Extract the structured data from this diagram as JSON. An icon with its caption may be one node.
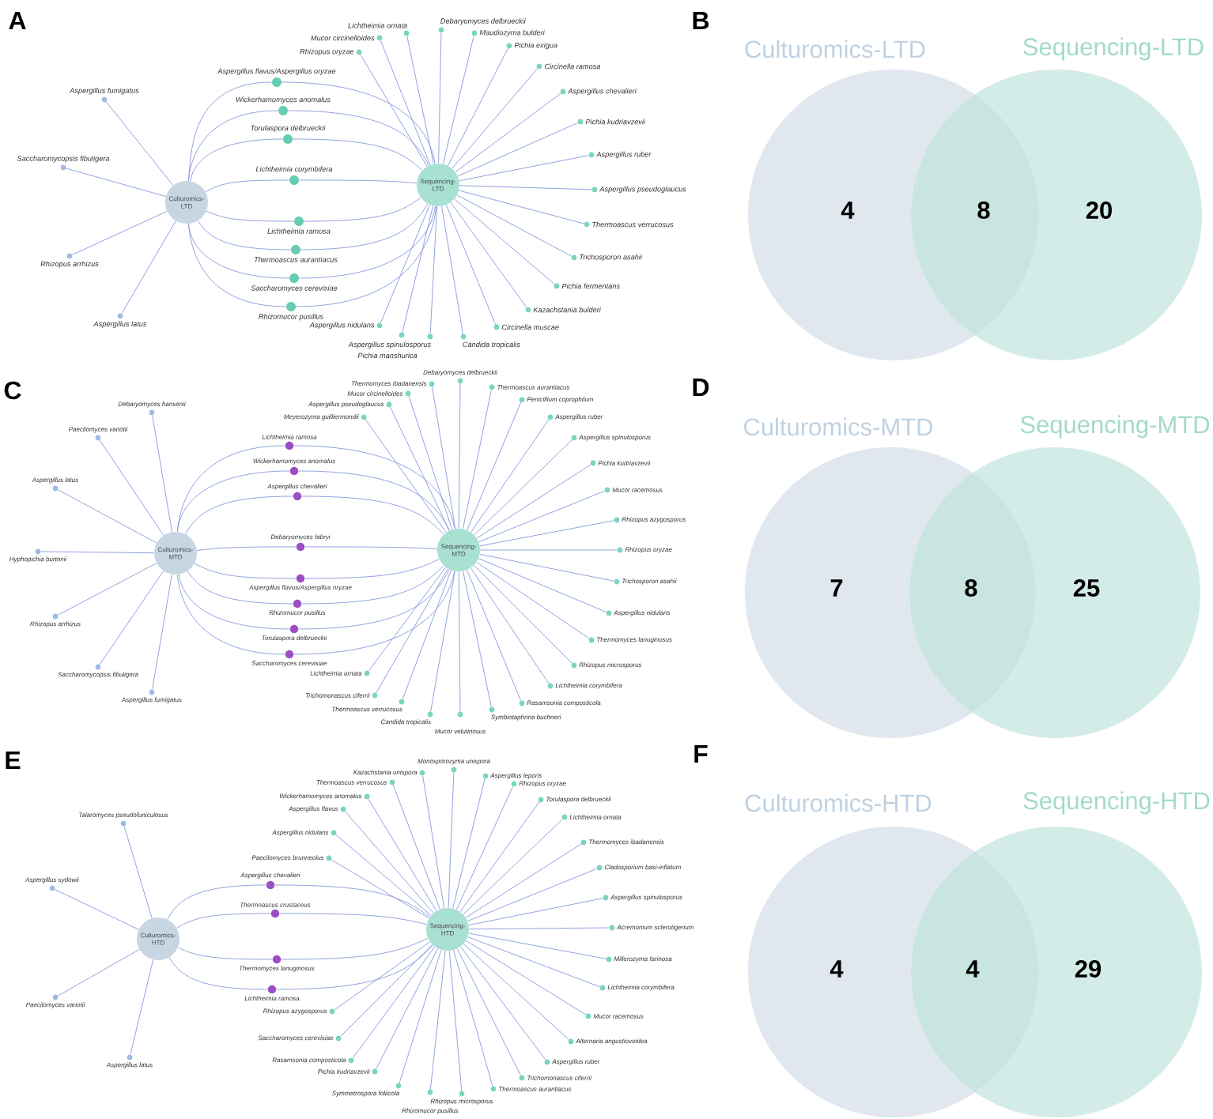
{
  "diagram": {
    "nodes": [
      {
        "text": [
          "Culturomics- LTD"
        ]
      },
      {
        "text": [
          "Sequencing- LTD"
        ]
      },
      {
        "text": [],
        "shape": "circle",
        "beside": [
          "Aspergillus fumigatus"
        ]
      },
      {
        "text": [],
        "shape": "circle",
        "beside": [
          "Saccharomycopsis fibuligera"
        ]
      },
      {
        "text": [],
        "shape": "circle",
        "beside": [
          "Rhizopus arrhizus"
        ]
      },
      {
        "text": [],
        "shape": "circle",
        "beside": [
          "Aspergillus latus"
        ]
      },
      {
        "text": [],
        "shape": "circle",
        "beside": [
          "Aspergillus flavus/Aspergillus oryzae"
        ]
      },
      {
        "text": [],
        "shape": "circle",
        "beside": [
          "Wickerhamomyces anomalus"
        ]
      },
      {
        "text": [],
        "shape": "circle",
        "beside": [
          "Torulaspora delbrueckii"
        ]
      },
      {
        "text": [],
        "shape": "circle",
        "beside": [
          "Lichtheimia corymbifera"
        ]
      },
      {
        "text": [],
        "shape": "circle",
        "beside": [
          "Lichtheimia ramosa"
        ]
      },
      {
        "text": [],
        "shape": "circle",
        "beside": [
          "Thermoascus aurantiacus"
        ]
      },
      {
        "text": [],
        "shape": "circle",
        "beside": [
          "Saccharomyces cerevisiae"
        ]
      },
      {
        "text": [],
        "shape": "circle",
        "beside": [
          "Rhizomucor pusillus"
        ]
      },
      {
        "text": [],
        "shape": "circle",
        "beside": [
          "Rhizopus oryzae"
        ]
      },
      {
        "text": [],
        "shape": "circle",
        "beside": [
          "Mucor circinelloides"
        ]
      },
      {
        "text": [],
        "shape": "circle",
        "beside": [
          "Lichtheimia ornata"
        ]
      },
      {
        "text": [],
        "shape": "circle",
        "beside": [
          "Debaryomyces delbrueckii"
        ]
      },
      {
        "text": [],
        "shape": "circle",
        "beside": [
          "Maudiozyma bulderi"
        ]
      },
      {
        "text": [],
        "shape": "circle",
        "beside": [
          "Pichia exigua"
        ]
      },
      {
        "text": [],
        "shape": "circle",
        "beside": [
          "Circinella ramosa"
        ]
      },
      {
        "text": [],
        "shape": "circle",
        "beside": [
          "Aspergillus chevalieri"
        ]
      },
      {
        "text": [],
        "shape": "circle",
        "beside": [
          "Pichia kudriavzevii"
        ]
      },
      {
        "text": [],
        "shape": "circle",
        "beside": [
          "Aspergillus ruber"
        ]
      },
      {
        "text": [],
        "shape": "circle",
        "beside": [
          "Aspergillus pseudoglaucus"
        ]
      },
      {
        "text": [],
        "shape": "circle",
        "beside": [
          "Thermoascus verrucosus"
        ]
      },
      {
        "text": [],
        "shape": "circle",
        "beside": [
          "Trichosporon asahii"
        ]
      },
      {
        "text": [],
        "shape": "circle",
        "beside": [
          "Pichia fermentans"
        ]
      },
      {
        "text": [],
        "shape": "circle",
        "beside": [
          "Kazachstania bulderi"
        ]
      },
      {
        "text": [],
        "shape": "circle",
        "beside": [
          "Circinella muscae"
        ]
      },
      {
        "text": [],
        "shape": "circle",
        "beside": [
          "Candida tropicalis"
        ]
      },
      {
        "text": [],
        "shape": "circle",
        "beside": [
          "Aspergillus spinulosporus"
        ]
      },
      {
        "text": [],
        "shape": "circle",
        "beside": [
          "Pichia manshurica"
        ]
      },
      {
        "text": [],
        "shape": "circle",
        "beside": [
          "Aspergillus nidulans"
        ]
      },
      {
        "text": [
          "Culturomics-LTD",
          "4"
        ]
      },
      {
        "text": [
          "Sequencing-LTD",
          "20"
        ]
      },
      {
        "text": [
          "Culturomics- MTD"
        ]
      },
      {
        "text": [
          "Sequencing- MTD"
        ]
      },
      {
        "text": [],
        "shape": "circle",
        "beside": [
          "Debaryomyces hansenii"
        ]
      },
      {
        "text": [],
        "shape": "circle",
        "beside": [
          "Paecilomyces variotii"
        ]
      },
      {
        "text": [],
        "shape": "circle",
        "beside": [
          "Aspergillus latus"
        ]
      },
      {
        "text": [],
        "shape": "circle",
        "beside": [
          "Hyphopichia burtonii"
        ]
      },
      {
        "text": [],
        "shape": "circle",
        "beside": [
          "Rhizopus arrhizus"
        ]
      },
      {
        "text": [],
        "shape": "circle",
        "beside": [
          "Saccharomycopsis fibuligera"
        ]
      },
      {
        "text": [],
        "shape": "circle",
        "beside": [
          "Aspergillus fumigatus"
        ]
      },
      {
        "text": [],
        "shape": "circle",
        "beside": [
          "Lichtheimia ramosa"
        ]
      },
      {
        "text": [],
        "shape": "circle",
        "beside": [
          "Wickerhamomyces anomalus"
        ]
      },
      {
        "text": [],
        "shape": "circle",
        "beside": [
          "Aspergillus chevalieri"
        ]
      },
      {
        "text": [],
        "shape": "circle",
        "beside": [
          "Debaryomyces fabryi"
        ]
      },
      {
        "text": [],
        "shape": "circle",
        "beside": [
          "Aspergillus flavus/Aspergillus oryzae"
        ]
      },
      {
        "text": [],
        "shape": "circle",
        "beside": [
          "Rhizomucor pusillus"
        ]
      },
      {
        "text": [],
        "shape": "circle",
        "beside": [
          "Torulaspora delbrueckii"
        ]
      },
      {
        "text": [],
        "shape": "circle",
        "beside": [
          "Saccharomyces cerevisiae"
        ]
      },
      {
        "text": [],
        "shape": "circle",
        "beside": [
          "Meyerozyma guilliermondii"
        ]
      },
      {
        "text": [],
        "shape": "circle",
        "beside": [
          "Aspergillus pseudoglaucus"
        ]
      },
      {
        "text": [],
        "shape": "circle",
        "beside": [
          "Mucor circinelloides"
        ]
      },
      {
        "text": [],
        "shape": "circle",
        "beside": [
          "Thermomyces ibadanensis"
        ]
      },
      {
        "text": [],
        "shape": "circle",
        "beside": [
          "Debaryomyces delbrueckii"
        ]
      },
      {
        "text": [],
        "shape": "circle",
        "beside": [
          "Thermoascus aurantiacus"
        ]
      },
      {
        "text": [],
        "shape": "circle",
        "beside": [
          "Penicillium coprophilum"
        ]
      },
      {
        "text": [],
        "shape": "circle",
        "beside": [
          "Aspergillus ruber"
        ]
      },
      {
        "text": [],
        "shape": "circle",
        "beside": [
          "Aspergillus spinulosporus"
        ]
      },
      {
        "text": [],
        "shape": "circle",
        "beside": [
          "Pichia kudriavzevii"
        ]
      },
      {
        "text": [],
        "shape": "circle",
        "beside": [
          "Mucor racemosus"
        ]
      },
      {
        "text": [],
        "shape": "circle",
        "beside": [
          "Rhizopus azygosporus"
        ]
      },
      {
        "text": [],
        "shape": "circle",
        "beside": [
          "Rhizopus oryzae"
        ]
      },
      {
        "text": [],
        "shape": "circle",
        "beside": [
          "Trichosporon asahii"
        ]
      },
      {
        "text": [],
        "shape": "circle",
        "beside": [
          "Aspergillus nidulans"
        ]
      },
      {
        "text": [],
        "shape": "circle",
        "beside": [
          "Thermomyces lanuginosus"
        ]
      },
      {
        "text": [],
        "shape": "circle",
        "beside": [
          "Rhizopus microsporus"
        ]
      },
      {
        "text": [],
        "shape": "circle",
        "beside": [
          "Lichtheimia corymbifera"
        ]
      },
      {
        "text": [],
        "shape": "circle",
        "beside": [
          "Rasamsonia composticola"
        ]
      },
      {
        "text": [],
        "shape": "circle",
        "beside": [
          "Symbiotaphrina buchneri"
        ]
      },
      {
        "text": [],
        "shape": "circle",
        "beside": [
          "Mucor velutinosus"
        ]
      },
      {
        "text": [],
        "shape": "circle",
        "beside": [
          "Candida tropicalis"
        ]
      },
      {
        "text": [],
        "shape": "circle",
        "beside": [
          "Thermoascus verrucosus"
        ]
      },
      {
        "text": [],
        "shape": "circle",
        "beside": [
          "Trichomonascus ciferrii"
        ]
      },
      {
        "text": [],
        "shape": "circle",
        "beside": [
          "Lichtheimia ornata"
        ]
      },
      {
        "text": [
          "Culturomics-MTD",
          "7"
        ]
      },
      {
        "text": [
          "Sequencing-MTD",
          "25"
        ]
      },
      {
        "text": [
          "Culturomics- HTD"
        ]
      },
      {
        "text": [
          "Sequencing- HTD"
        ]
      },
      {
        "text": [],
        "shape": "circle",
        "beside": [
          "Talaromyces pseudofuniculosus"
        ]
      },
      {
        "text": [],
        "shape": "circle",
        "beside": [
          "Aspergillus sydowii"
        ]
      },
      {
        "text": [],
        "shape": "circle",
        "beside": [
          "Paecilomyces variotii"
        ]
      },
      {
        "text": [],
        "shape": "circle",
        "beside": [
          "Aspergillus latus"
        ]
      },
      {
        "text": [],
        "shape": "circle",
        "beside": [
          "Aspergillus chevalieri"
        ]
      },
      {
        "text": [],
        "shape": "circle",
        "beside": [
          "Thermoascus crustaceus"
        ]
      },
      {
        "text": [],
        "shape": "circle",
        "beside": [
          "Thermomyces lanuginosus"
        ]
      },
      {
        "text": [],
        "shape": "circle",
        "beside": [
          "Lichtheimia ramosa"
        ]
      },
      {
        "text": [],
        "shape": "circle",
        "beside": [
          "Paecilomyces brunneolus"
        ]
      },
      {
        "text": [],
        "shape": "circle",
        "beside": [
          "Aspergillus nidulans"
        ]
      },
      {
        "text": [],
        "shape": "circle",
        "beside": [
          "Aspergillus flavus"
        ]
      },
      {
        "text": [],
        "shape": "circle",
        "beside": [
          "Wickerhamomyces anomalus"
        ]
      },
      {
        "text": [],
        "shape": "circle",
        "beside": [
          "Thermoascus verrucosus"
        ]
      },
      {
        "text": [],
        "shape": "circle",
        "beside": [
          "Kazachstania unispora"
        ]
      },
      {
        "text": [],
        "shape": "circle",
        "beside": [
          "Monosporozyma unispora"
        ]
      },
      {
        "text": [],
        "shape": "circle",
        "beside": [
          "Aspergillus leporis"
        ]
      },
      {
        "text": [],
        "shape": "circle",
        "beside": [
          "Rhizopus oryzae"
        ]
      },
      {
        "text": [],
        "shape": "circle",
        "beside": [
          "Torulaspora delbrueckii"
        ]
      },
      {
        "text": [],
        "shape": "circle",
        "beside": [
          "Lichtheimia ornata"
        ]
      },
      {
        "text": [],
        "shape": "circle",
        "beside": [
          "Thermomyces ibadanensis"
        ]
      },
      {
        "text": [],
        "shape": "circle",
        "beside": [
          "Cladosporium basi-inflatum"
        ]
      },
      {
        "text": [],
        "shape": "circle",
        "beside": [
          "Aspergillus spinulosporus"
        ]
      },
      {
        "text": [],
        "shape": "circle",
        "beside": [
          "Acremonium sclerotigenum"
        ]
      },
      {
        "text": [],
        "shape": "circle",
        "beside": [
          "Millerozyma farinosa"
        ]
      },
      {
        "text": [],
        "shape": "circle",
        "beside": [
          "Lichtheimia corymbifera"
        ]
      },
      {
        "text": [],
        "shape": "circle",
        "beside": [
          "Mucor racemosus"
        ]
      },
      {
        "text": [],
        "shape": "circle",
        "beside": [
          "Alternaria angustiovoidea"
        ]
      },
      {
        "text": [],
        "shape": "circle",
        "beside": [
          "Aspergillus ruber"
        ]
      },
      {
        "text": [],
        "shape": "circle",
        "beside": [
          "Trichomonascus ciferrii"
        ]
      },
      {
        "text": [],
        "shape": "circle",
        "beside": [
          "Thermoascus aurantiacus"
        ]
      },
      {
        "text": [],
        "shape": "circle",
        "beside": [
          "Rhizopus microsporus"
        ]
      },
      {
        "text": [],
        "shape": "circle",
        "beside": [
          "Rhizomucor pusillus"
        ]
      },
      {
        "text": [],
        "shape": "circle",
        "beside": [
          "Symmetrospora foliicola"
        ]
      },
      {
        "text": [],
        "shape": "circle",
        "beside": [
          "Pichia kudriavzevii"
        ]
      },
      {
        "text": [],
        "shape": "circle",
        "beside": [
          "Rasamsonia composticola"
        ]
      },
      {
        "text": [],
        "shape": "circle",
        "beside": [
          "Saccharomyces cerevisiae"
        ]
      },
      {
        "text": [],
        "shape": "circle",
        "beside": [
          "Rhizopus azygosporus"
        ]
      },
      {
        "text": [
          "Culturomics-HTD",
          "4"
        ]
      },
      {
        "text": [
          "Sequencing-HTD",
          "29"
        ]
      }
    ],
    "edges": [
      {
        "from": 0,
        "to": 2,
        "arrow": "none"
      },
      {
        "from": 0,
        "to": 3,
        "arrow": "none"
      },
      {
        "from": 0,
        "to": 4,
        "arrow": "none"
      },
      {
        "from": 0,
        "to": 5,
        "arrow": "none"
      },
      {
        "from": 0,
        "to": 6,
        "arrow": "none"
      },
      {
        "from": 0,
        "to": 7,
        "arrow": "none"
      },
      {
        "from": 0,
        "to": 8,
        "arrow": "none"
      },
      {
        "from": 0,
        "to": 9,
        "arrow": "none"
      },
      {
        "from": 0,
        "to": 10,
        "arrow": "none"
      },
      {
        "from": 0,
        "to": 11,
        "arrow": "none"
      },
      {
        "from": 0,
        "to": 12,
        "arrow": "none"
      },
      {
        "from": 0,
        "to": 13,
        "arrow": "none"
      },
      {
        "from": 1,
        "to": 6,
        "arrow": "none"
      },
      {
        "from": 1,
        "to": 7,
        "arrow": "none"
      },
      {
        "from": 1,
        "to": 8,
        "arrow": "none"
      },
      {
        "from": 1,
        "to": 9,
        "arrow": "none"
      },
      {
        "from": 1,
        "to": 10,
        "arrow": "none"
      },
      {
        "from": 1,
        "to": 11,
        "arrow": "none"
      },
      {
        "from": 1,
        "to": 12,
        "arrow": "none"
      },
      {
        "from": 1,
        "to": 13,
        "arrow": "none"
      },
      {
        "from": 1,
        "to": 14,
        "arrow": "none"
      },
      {
        "from": 1,
        "to": 15,
        "arrow": "none"
      },
      {
        "from": 1,
        "to": 16,
        "arrow": "none"
      },
      {
        "from": 1,
        "to": 17,
        "arrow": "none"
      },
      {
        "from": 1,
        "to": 18,
        "arrow": "none"
      },
      {
        "from": 1,
        "to": 19,
        "arrow": "none"
      },
      {
        "from": 1,
        "to": 20,
        "arrow": "none"
      },
      {
        "from": 1,
        "to": 21,
        "arrow": "none"
      },
      {
        "from": 1,
        "to": 22,
        "arrow": "none"
      },
      {
        "from": 1,
        "to": 23,
        "arrow": "none"
      },
      {
        "from": 1,
        "to": 24,
        "arrow": "none"
      },
      {
        "from": 1,
        "to": 25,
        "arrow": "none"
      },
      {
        "from": 1,
        "to": 26,
        "arrow": "none"
      },
      {
        "from": 1,
        "to": 27,
        "arrow": "none"
      },
      {
        "from": 1,
        "to": 28,
        "arrow": "none"
      },
      {
        "from": 1,
        "to": 29,
        "arrow": "none"
      },
      {
        "from": 1,
        "to": 30,
        "arrow": "none"
      },
      {
        "from": 1,
        "to": 31,
        "arrow": "none"
      },
      {
        "from": 1,
        "to": 32,
        "arrow": "none"
      },
      {
        "from": 1,
        "to": 33,
        "arrow": "none"
      },
      {
        "from": 36,
        "to": 38,
        "arrow": "none"
      },
      {
        "from": 36,
        "to": 39,
        "arrow": "none"
      },
      {
        "from": 36,
        "to": 40,
        "arrow": "none"
      },
      {
        "from": 36,
        "to": 41,
        "arrow": "none"
      },
      {
        "from": 36,
        "to": 42,
        "arrow": "none"
      },
      {
        "from": 36,
        "to": 43,
        "arrow": "none"
      },
      {
        "from": 36,
        "to": 44,
        "arrow": "none"
      },
      {
        "from": 36,
        "to": 45,
        "arrow": "none"
      },
      {
        "from": 36,
        "to": 46,
        "arrow": "none"
      },
      {
        "from": 36,
        "to": 47,
        "arrow": "none"
      },
      {
        "from": 36,
        "to": 48,
        "arrow": "none"
      },
      {
        "from": 36,
        "to": 49,
        "arrow": "none"
      },
      {
        "from": 36,
        "to": 50,
        "arrow": "none"
      },
      {
        "from": 36,
        "to": 51,
        "arrow": "none"
      },
      {
        "from": 36,
        "to": 52,
        "arrow": "none"
      },
      {
        "from": 37,
        "to": 45,
        "arrow": "none"
      },
      {
        "from": 37,
        "to": 46,
        "arrow": "none"
      },
      {
        "from": 37,
        "to": 47,
        "arrow": "none"
      },
      {
        "from": 37,
        "to": 48,
        "arrow": "none"
      },
      {
        "from": 37,
        "to": 49,
        "arrow": "none"
      },
      {
        "from": 37,
        "to": 50,
        "arrow": "none"
      },
      {
        "from": 37,
        "to": 51,
        "arrow": "none"
      },
      {
        "from": 37,
        "to": 52,
        "arrow": "none"
      },
      {
        "from": 37,
        "to": 53,
        "arrow": "none"
      },
      {
        "from": 37,
        "to": 54,
        "arrow": "none"
      },
      {
        "from": 37,
        "to": 55,
        "arrow": "none"
      },
      {
        "from": 37,
        "to": 56,
        "arrow": "none"
      },
      {
        "from": 37,
        "to": 57,
        "arrow": "none"
      },
      {
        "from": 37,
        "to": 58,
        "arrow": "none"
      },
      {
        "from": 37,
        "to": 59,
        "arrow": "none"
      },
      {
        "from": 37,
        "to": 60,
        "arrow": "none"
      },
      {
        "from": 37,
        "to": 61,
        "arrow": "none"
      },
      {
        "from": 37,
        "to": 62,
        "arrow": "none"
      },
      {
        "from": 37,
        "to": 63,
        "arrow": "none"
      },
      {
        "from": 37,
        "to": 64,
        "arrow": "none"
      },
      {
        "from": 37,
        "to": 65,
        "arrow": "none"
      },
      {
        "from": 37,
        "to": 66,
        "arrow": "none"
      },
      {
        "from": 37,
        "to": 67,
        "arrow": "none"
      },
      {
        "from": 37,
        "to": 68,
        "arrow": "none"
      },
      {
        "from": 37,
        "to": 69,
        "arrow": "none"
      },
      {
        "from": 37,
        "to": 70,
        "arrow": "none"
      },
      {
        "from": 37,
        "to": 71,
        "arrow": "none"
      },
      {
        "from": 37,
        "to": 72,
        "arrow": "none"
      },
      {
        "from": 37,
        "to": 73,
        "arrow": "none"
      },
      {
        "from": 37,
        "to": 74,
        "arrow": "none"
      },
      {
        "from": 37,
        "to": 75,
        "arrow": "none"
      },
      {
        "from": 37,
        "to": 76,
        "arrow": "none"
      },
      {
        "from": 37,
        "to": 77,
        "arrow": "none"
      },
      {
        "from": 80,
        "to": 82,
        "arrow": "none"
      },
      {
        "from": 80,
        "to": 83,
        "arrow": "none"
      },
      {
        "from": 80,
        "to": 84,
        "arrow": "none"
      },
      {
        "from": 80,
        "to": 85,
        "arrow": "none"
      },
      {
        "from": 80,
        "to": 86,
        "arrow": "none"
      },
      {
        "from": 80,
        "to": 87,
        "arrow": "none"
      },
      {
        "from": 80,
        "to": 88,
        "arrow": "none"
      },
      {
        "from": 80,
        "to": 89,
        "arrow": "none"
      },
      {
        "from": 81,
        "to": 86,
        "arrow": "none"
      },
      {
        "from": 81,
        "to": 87,
        "arrow": "none"
      },
      {
        "from": 81,
        "to": 88,
        "arrow": "none"
      },
      {
        "from": 81,
        "to": 89,
        "arrow": "none"
      },
      {
        "from": 81,
        "to": 90,
        "arrow": "none"
      },
      {
        "from": 81,
        "to": 91,
        "arrow": "none"
      },
      {
        "from": 81,
        "to": 92,
        "arrow": "none"
      },
      {
        "from": 81,
        "to": 93,
        "arrow": "none"
      },
      {
        "from": 81,
        "to": 94,
        "arrow": "none"
      },
      {
        "from": 81,
        "to": 95,
        "arrow": "none"
      },
      {
        "from": 81,
        "to": 96,
        "arrow": "none"
      },
      {
        "from": 81,
        "to": 97,
        "arrow": "none"
      },
      {
        "from": 81,
        "to": 98,
        "arrow": "none"
      },
      {
        "from": 81,
        "to": 99,
        "arrow": "none"
      },
      {
        "from": 81,
        "to": 100,
        "arrow": "none"
      },
      {
        "from": 81,
        "to": 101,
        "arrow": "none"
      },
      {
        "from": 81,
        "to": 102,
        "arrow": "none"
      },
      {
        "from": 81,
        "to": 103,
        "arrow": "none"
      },
      {
        "from": 81,
        "to": 104,
        "arrow": "none"
      },
      {
        "from": 81,
        "to": 105,
        "arrow": "none"
      },
      {
        "from": 81,
        "to": 106,
        "arrow": "none"
      },
      {
        "from": 81,
        "to": 107,
        "arrow": "none"
      },
      {
        "from": 81,
        "to": 108,
        "arrow": "none"
      },
      {
        "from": 81,
        "to": 109,
        "arrow": "none"
      },
      {
        "from": 81,
        "to": 110,
        "arrow": "none"
      },
      {
        "from": 81,
        "to": 111,
        "arrow": "none"
      },
      {
        "from": 81,
        "to": 112,
        "arrow": "none"
      },
      {
        "from": 81,
        "to": 113,
        "arrow": "none"
      },
      {
        "from": 81,
        "to": 114,
        "arrow": "none"
      },
      {
        "from": 81,
        "to": 115,
        "arrow": "none"
      },
      {
        "from": 81,
        "to": 116,
        "arrow": "none"
      },
      {
        "from": 81,
        "to": 117,
        "arrow": "none"
      },
      {
        "from": 81,
        "to": 118,
        "arrow": "none"
      }
    ],
    "labels": [
      "A",
      "B",
      "8",
      "C",
      "D",
      "8",
      "E",
      "F",
      "4"
    ]
  }
}
